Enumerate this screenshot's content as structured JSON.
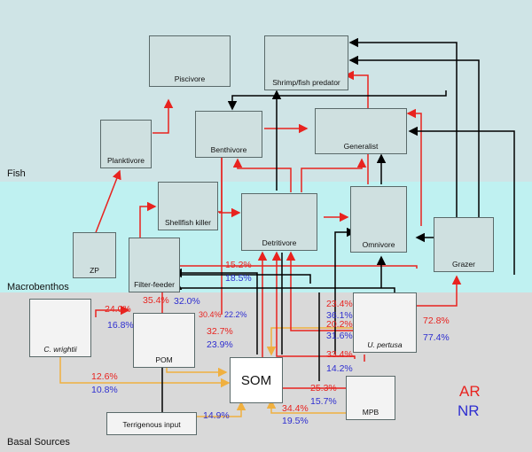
{
  "zones": {
    "fish": "Fish",
    "macrobenthos": "Macrobenthos",
    "basal": "Basal Sources"
  },
  "nodes": {
    "piscivore": "Piscivore",
    "shrimp_fish_predator": "Shrimp/fish predator",
    "planktivore": "Planktivore",
    "benthivore": "Benthivore",
    "generalist": "Generalist",
    "shellfish_killer": "Shellfish killer",
    "detritivore": "Detritivore",
    "omnivore": "Omnivore",
    "grazer": "Grazer",
    "zp": "ZP",
    "filter_feeder": "Filter-feeder",
    "c_wrightii": "C. wrightii",
    "pom": "POM",
    "som": "SOM",
    "u_pertusa": "U. pertusa",
    "mpb": "MPB",
    "terrigenous": "Terrigenous input"
  },
  "contributions": {
    "cw_ff_ar": "24.0%",
    "cw_ff_nr": "16.8%",
    "pom_ff_ar": "35.4%",
    "pom_ff_nr": "32.0%",
    "pom_det_ar": "30.4%",
    "pom_det_nr": "22.2%",
    "pom_som_ar": "32.7%",
    "pom_som_nr": "23.9%",
    "cw_som_ar": "12.6%",
    "cw_som_nr": "10.8%",
    "terr_som_nr": "14.9%",
    "ff_up_ar": "15.2%",
    "ff_up_nr": "18.5%",
    "up_a_ar": "23.4%",
    "up_a_nr": "36.1%",
    "up_b_ar": "20.2%",
    "up_b_nr": "31.6%",
    "up_grazer_ar": "72.8%",
    "up_grazer_nr": "77.4%",
    "up_som_ar": "33.4%",
    "up_som_nr": "14.2%",
    "mpb_det_ar": "25.3%",
    "mpb_det_nr": "15.7%",
    "mpb_som_ar": "34.4%",
    "mpb_som_nr": "19.5%"
  },
  "legend": {
    "ar": "AR",
    "nr": "NR"
  },
  "colors": {
    "ar": "#e8231f",
    "nr": "#2e2ed0",
    "source_flow": "#f0b040",
    "trophic_flow": "#e8231f",
    "other_flow": "#000000"
  }
}
